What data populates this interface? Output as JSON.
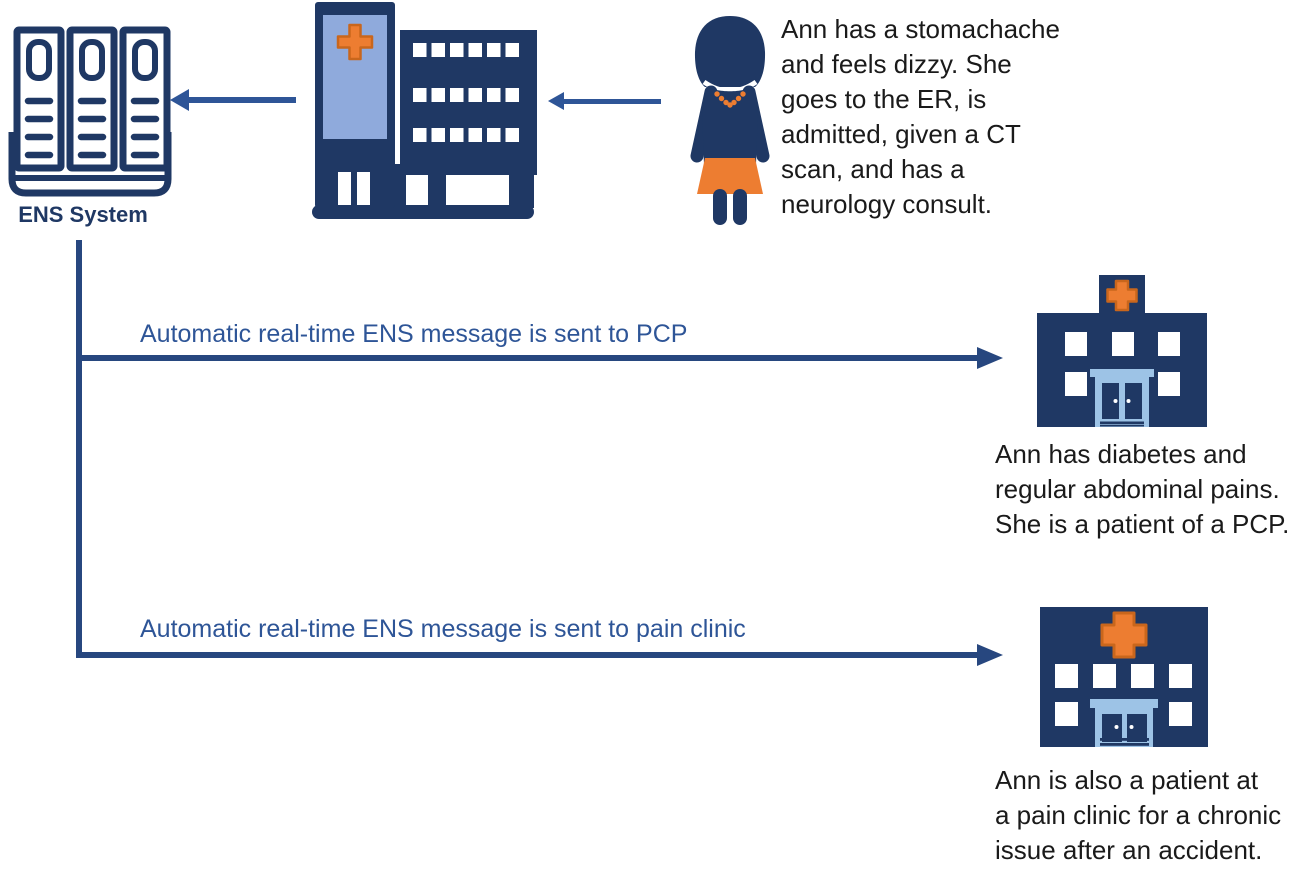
{
  "colors": {
    "navy": "#1F3864",
    "blue": "#2E5597",
    "line_blue": "#27477F",
    "light_blue": "#8FAADC",
    "pale_blue": "#9DC3E6",
    "orange": "#ED7D31",
    "orange_dark": "#C9661C",
    "text_black": "#1A1A1A",
    "background": "#FFFFFF"
  },
  "ens_system": {
    "label": "ENS System",
    "icon": "server-rack-icon"
  },
  "hospital": {
    "icon": "hospital-building-icon"
  },
  "patient": {
    "icon": "woman-patient-icon",
    "description": "Ann has a stomachache\nand feels dizzy. She\ngoes to the ER, is\nadmitted, given a CT\nscan, and has a\nneurology consult."
  },
  "messages": [
    {
      "label": "Automatic real-time ENS message is sent to PCP",
      "destination_icon": "pcp-clinic-icon",
      "note": "Ann has diabetes and\nregular abdominal pains.\nShe is a patient of a PCP."
    },
    {
      "label": "Automatic real-time ENS message is sent to pain clinic",
      "destination_icon": "pain-clinic-icon",
      "note": "Ann is also a patient at\na pain clinic for a chronic\nissue after an accident."
    }
  ]
}
